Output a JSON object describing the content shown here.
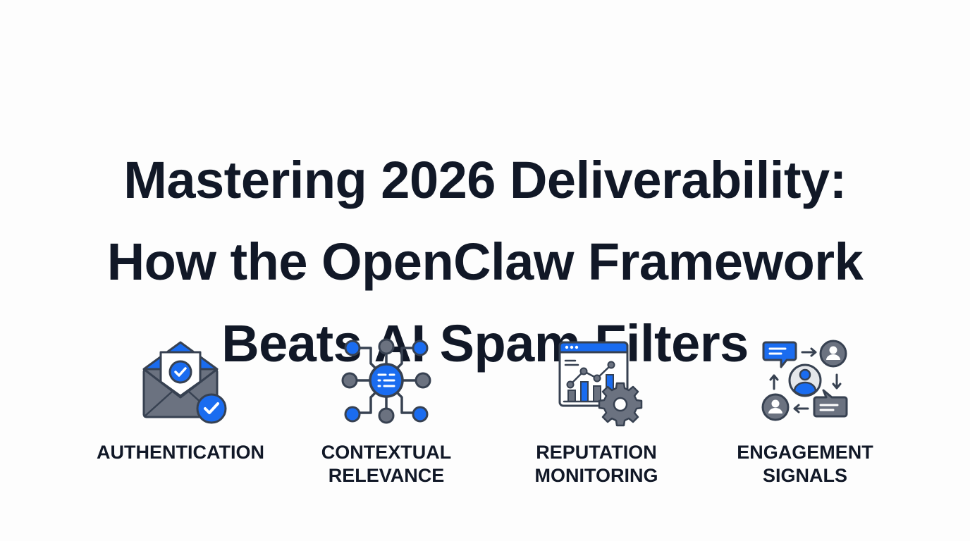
{
  "title": {
    "line1": "Mastering 2026 Deliverability:",
    "line2": "How the OpenClaw Framework",
    "line3": "Beats AI Spam Filters"
  },
  "features": [
    {
      "icon": "envelope-check-icon",
      "label_lines": [
        "AUTHENTICATION"
      ]
    },
    {
      "icon": "network-hub-icon",
      "label_lines": [
        "CONTEXTUAL",
        "RELEVANCE"
      ]
    },
    {
      "icon": "dashboard-gear-icon",
      "label_lines": [
        "REPUTATION",
        "MONITORING"
      ]
    },
    {
      "icon": "user-engagement-cycle-icon",
      "label_lines": [
        "ENGAGEMENT",
        "SIGNALS"
      ]
    }
  ],
  "colors": {
    "accent": "#1a6cf0",
    "gray": "#6b7280",
    "stroke": "#374151",
    "text": "#111827"
  }
}
